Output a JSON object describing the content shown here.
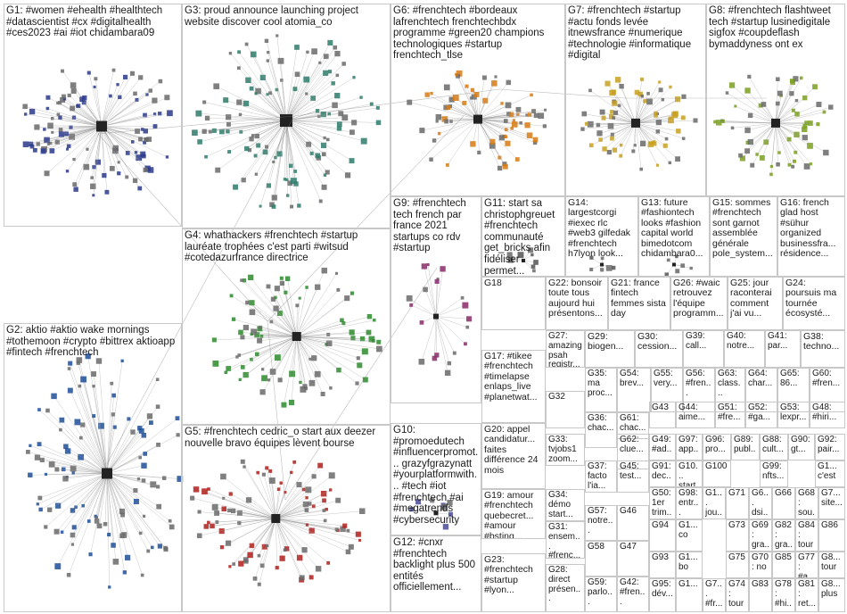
{
  "groups": [
    {
      "id": "G1",
      "label": "G1: #women #ehealth #healthtech #datascientist #cx #digitalhealth #ces2023 #ai #iot chidambara09"
    },
    {
      "id": "G3",
      "label": "G3: proud announce launching project website discover cool atomia_co"
    },
    {
      "id": "G6",
      "label": "G6: #frenchtech #bordeaux lafrenchtech frenchtechbdx programme #green20 champions technologiques #startup frenchtech_tlse"
    },
    {
      "id": "G7",
      "label": "G7: #frenchtech #startup #actu fonds levée itnewsfrance #numerique #technologie #informatique #digital"
    },
    {
      "id": "G8",
      "label": "G8: #frenchtech flashtweet tech #startup lusinedigitale sigfox #coupdeflash bymaddyness ont ex"
    },
    {
      "id": "G4",
      "label": "G4: whathackers #frenchtech #startup lauréate trophées c'est parti #witsud #cotedazurfrance directrice"
    },
    {
      "id": "G9",
      "label": "G9: #frenchtech tech french par france 2021 startups co rdv #startup"
    },
    {
      "id": "G11",
      "label": "G11: start sa christophgreuet #frenchtech communauté get_bricks afin fidéliser permet..."
    },
    {
      "id": "G14",
      "label": "G14: largestcorgi #iexec rlc #web3 gilfedak #frenchtech h7lyon look..."
    },
    {
      "id": "G13",
      "label": "G13: future #fashiontech looks #fashion capital world bimedotcom chidambara0..."
    },
    {
      "id": "G15",
      "label": "G15: sommes #frenchtech sont garnot assemblée générale pole_system..."
    },
    {
      "id": "G16",
      "label": "G16: french glad host #sühur organized businessfra... résidence..."
    },
    {
      "id": "G18",
      "label": "G18"
    },
    {
      "id": "G22",
      "label": "G22: bonsoir toute tous aujourd hui présentons..."
    },
    {
      "id": "G21",
      "label": "G21: france fintech femmes sista day"
    },
    {
      "id": "G26",
      "label": "G26: #waic retrouvez l'équipe programm..."
    },
    {
      "id": "G25",
      "label": "G25: jour raconterai comment j'ai vu..."
    },
    {
      "id": "G24",
      "label": "G24: poursuis ma tournée écosysté..."
    },
    {
      "id": "G2",
      "label": "G2: aktio #aktio wake mornings #tothemoon #crypto #bittrex aktioapp #fintech #frenchtech"
    },
    {
      "id": "G27",
      "label": "G27: amazing psah registr..."
    },
    {
      "id": "G29",
      "label": "G29: biogen..."
    },
    {
      "id": "G30",
      "label": "G30: cession..."
    },
    {
      "id": "G39",
      "label": "G39: call..."
    },
    {
      "id": "G40",
      "label": "G40: notre..."
    },
    {
      "id": "G41",
      "label": "G41: par..."
    },
    {
      "id": "G38",
      "label": "G38: techno..."
    },
    {
      "id": "G17",
      "label": "G17: #tikee #frenchtech #timelapse enlaps_live #planetwat..."
    },
    {
      "id": "G35",
      "label": "G35: ma proc..."
    },
    {
      "id": "G54",
      "label": "G54: brev..."
    },
    {
      "id": "G55",
      "label": "G55: very..."
    },
    {
      "id": "G56",
      "label": "G56: #fren..."
    },
    {
      "id": "G63",
      "label": "G63: class..."
    },
    {
      "id": "G64",
      "label": "G64: char..."
    },
    {
      "id": "G65",
      "label": "G65: 86..."
    },
    {
      "id": "G60",
      "label": "G60: #fren..."
    },
    {
      "id": "G32",
      "label": "G32"
    },
    {
      "id": "G36",
      "label": "G36: chac..."
    },
    {
      "id": "G61",
      "label": "G61: chac..."
    },
    {
      "id": "G43",
      "label": "G43"
    },
    {
      "id": "G44",
      "label": "G44: aime..."
    },
    {
      "id": "G51",
      "label": "G51: #fre..."
    },
    {
      "id": "G52",
      "label": "G52: #ga..."
    },
    {
      "id": "G53",
      "label": "G53: lexpr..."
    },
    {
      "id": "G48",
      "label": "G48: #hiri..."
    },
    {
      "id": "G5",
      "label": "G5: #frenchtech cedric_o start aux deezer nouvelle bravo équipes lèvent bourse"
    },
    {
      "id": "G10",
      "label": "G10: #promoedutech #influencerpromot... grazyfgrazynatt #yourplatformwith... #tech #iot #frenchtech #ai #megatrends #cybersecurity"
    },
    {
      "id": "G20",
      "label": "G20: appel candidatur... faites différence 24 mois"
    },
    {
      "id": "G33",
      "label": "G33: tvjobs1 zoom..."
    },
    {
      "id": "G62",
      "label": "G62: clue..."
    },
    {
      "id": "G49",
      "label": "G49: #ad..."
    },
    {
      "id": "G97",
      "label": "G97: app..."
    },
    {
      "id": "G96",
      "label": "G96: pro..."
    },
    {
      "id": "G89",
      "label": "G89: publ..."
    },
    {
      "id": "G88",
      "label": "G88: cult..."
    },
    {
      "id": "G90",
      "label": "G90: gt..."
    },
    {
      "id": "G92",
      "label": "G92: pair..."
    },
    {
      "id": "G37",
      "label": "G37: facto l'ia..."
    },
    {
      "id": "G45",
      "label": "G45: test..."
    },
    {
      "id": "G91",
      "label": "G91: dec..."
    },
    {
      "id": "G101",
      "label": "G10... start..."
    },
    {
      "id": "G100",
      "label": "G100"
    },
    {
      "id": "G99",
      "label": "G99: nfts..."
    },
    {
      "id": "G102",
      "label": "G1... c'est"
    },
    {
      "id": "G19",
      "label": "G19: amour #frenchtech quebecret... #amour #bsting..."
    },
    {
      "id": "G34",
      "label": "G34: démo start..."
    },
    {
      "id": "G50",
      "label": "G50: 1er trim..."
    },
    {
      "id": "G98",
      "label": "G98: entr..."
    },
    {
      "id": "G103",
      "label": "G1... jou..."
    },
    {
      "id": "G71",
      "label": "G71"
    },
    {
      "id": "G6x",
      "label": "G6... dsi..."
    },
    {
      "id": "G66",
      "label": "G66"
    },
    {
      "id": "G68",
      "label": "G68: sou..."
    },
    {
      "id": "G7x",
      "label": "G7... site..."
    },
    {
      "id": "G31",
      "label": "G31: ensem... #frenc..."
    },
    {
      "id": "G57",
      "label": "G57: notre..."
    },
    {
      "id": "G46",
      "label": "G46"
    },
    {
      "id": "G94",
      "label": "G94"
    },
    {
      "id": "G104",
      "label": "G1... co"
    },
    {
      "id": "G73",
      "label": "G73"
    },
    {
      "id": "G69",
      "label": "G69: gra..."
    },
    {
      "id": "G82",
      "label": "G82: gra..."
    },
    {
      "id": "G84",
      "label": "G84: tour"
    },
    {
      "id": "G86",
      "label": "G86"
    },
    {
      "id": "G12",
      "label": "G12: #cnxr #frenchtech backlight plus 500 entités officiellement..."
    },
    {
      "id": "G23",
      "label": "G23: #frenchtech #startup #lyon..."
    },
    {
      "id": "G58",
      "label": "G58"
    },
    {
      "id": "G47",
      "label": "G47"
    },
    {
      "id": "G93",
      "label": "G93"
    },
    {
      "id": "G105",
      "label": "G1... bo"
    },
    {
      "id": "G75",
      "label": "G75"
    },
    {
      "id": "G70",
      "label": "G70: no"
    },
    {
      "id": "G85",
      "label": "G85"
    },
    {
      "id": "G77",
      "label": "G77: #a..."
    },
    {
      "id": "G83b",
      "label": "G8... tour"
    },
    {
      "id": "G28",
      "label": "G28: direct présen..."
    },
    {
      "id": "G59",
      "label": "G59: parlo..."
    },
    {
      "id": "G42",
      "label": "G42: #fren..."
    },
    {
      "id": "G95",
      "label": "G95: dév..."
    },
    {
      "id": "G106",
      "label": "G1..."
    },
    {
      "id": "G7y",
      "label": "G7... #fr..."
    },
    {
      "id": "G74",
      "label": "G74: tour"
    },
    {
      "id": "G83",
      "label": "G83"
    },
    {
      "id": "G78",
      "label": "G78: #hi..."
    },
    {
      "id": "G81",
      "label": "G81: ret..."
    },
    {
      "id": "G8z",
      "label": "G8... plus"
    }
  ],
  "colors": {
    "G1": "#2a3a8c",
    "G2": "#1f4f9a",
    "G3": "#2e7d6b",
    "G4": "#2e8b2e",
    "G5": "#b0201c",
    "G6": "#d87a10",
    "G7": "#c8a020",
    "G8": "#7aa020",
    "G9": "#8a2a6a",
    "G10": "#4a4a9a",
    "edge": "#9a9a9a",
    "border": "#c8c8c8"
  }
}
